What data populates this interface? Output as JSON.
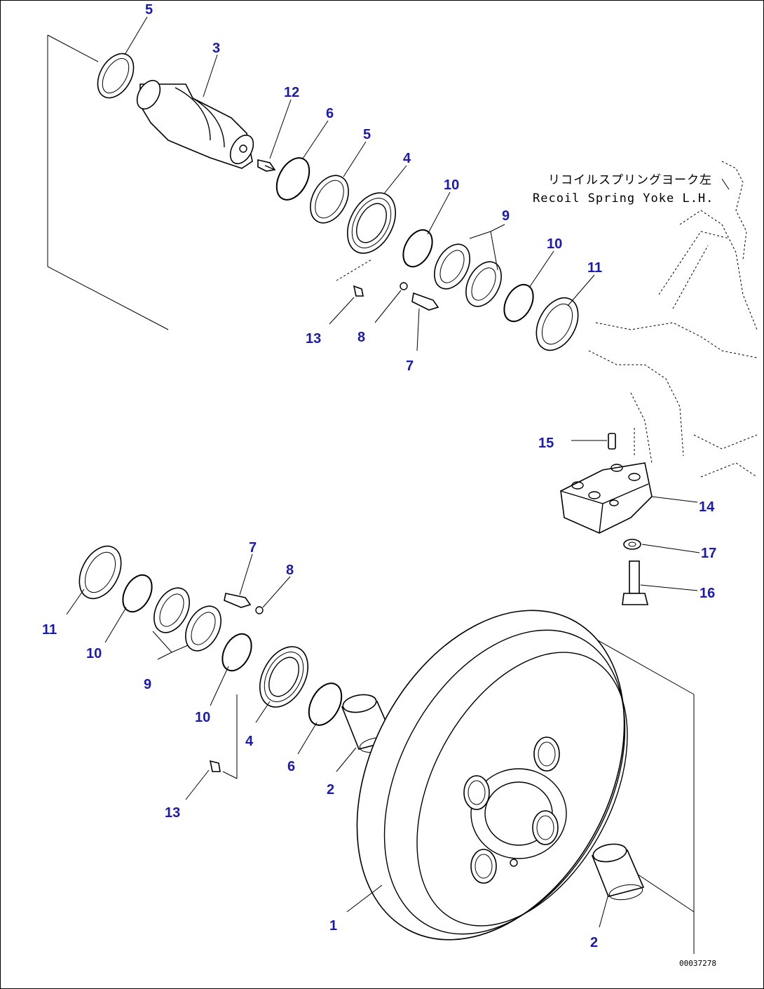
{
  "caption": {
    "jp": "リコイルスプリングヨーク左",
    "en": "Recoil Spring Yoke L.H."
  },
  "drawing_code": "00037278",
  "callouts": [
    {
      "id": "c-5a",
      "text": "5"
    },
    {
      "id": "c-3",
      "text": "3"
    },
    {
      "id": "c-12",
      "text": "12"
    },
    {
      "id": "c-6a",
      "text": "6"
    },
    {
      "id": "c-5b",
      "text": "5"
    },
    {
      "id": "c-4a",
      "text": "4"
    },
    {
      "id": "c-10a",
      "text": "10"
    },
    {
      "id": "c-9a",
      "text": "9"
    },
    {
      "id": "c-10b",
      "text": "10"
    },
    {
      "id": "c-11a",
      "text": "11"
    },
    {
      "id": "c-13a",
      "text": "13"
    },
    {
      "id": "c-8a",
      "text": "8"
    },
    {
      "id": "c-7a",
      "text": "7"
    },
    {
      "id": "c-15",
      "text": "15"
    },
    {
      "id": "c-14",
      "text": "14"
    },
    {
      "id": "c-17",
      "text": "17"
    },
    {
      "id": "c-16",
      "text": "16"
    },
    {
      "id": "c-7b",
      "text": "7"
    },
    {
      "id": "c-8b",
      "text": "8"
    },
    {
      "id": "c-11b",
      "text": "11"
    },
    {
      "id": "c-10c",
      "text": "10"
    },
    {
      "id": "c-9b",
      "text": "9"
    },
    {
      "id": "c-10d",
      "text": "10"
    },
    {
      "id": "c-4b",
      "text": "4"
    },
    {
      "id": "c-6b",
      "text": "6"
    },
    {
      "id": "c-2a",
      "text": "2"
    },
    {
      "id": "c-13b",
      "text": "13"
    },
    {
      "id": "c-1",
      "text": "1"
    },
    {
      "id": "c-2b",
      "text": "2"
    }
  ]
}
